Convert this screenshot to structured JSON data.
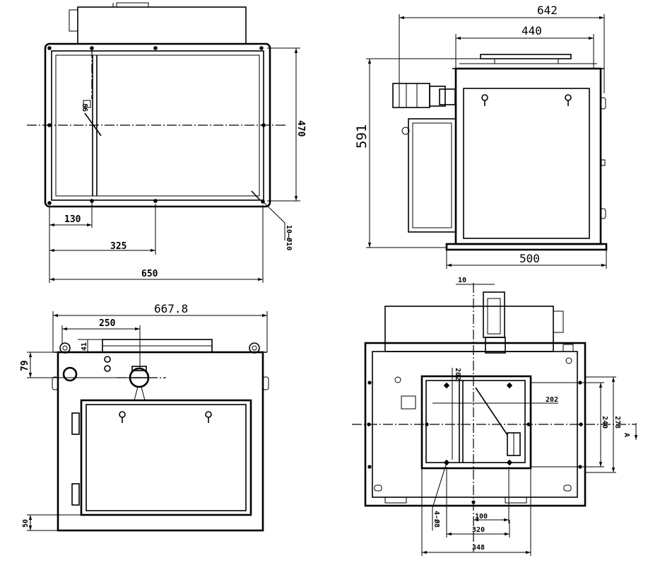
{
  "views": {
    "front": {
      "dimensions": {
        "width_overall": "650",
        "width_half": "325",
        "offset_left": "130",
        "height": "470",
        "holes": "10—Ø10",
        "angle_note": "86"
      }
    },
    "side": {
      "dimensions": {
        "width_overall": "642",
        "width_inner": "440",
        "base": "500",
        "height": "591"
      }
    },
    "rear": {
      "dimensions": {
        "width_overall": "667.8",
        "offset": "250",
        "top": "41",
        "left": "79",
        "bottom": "50"
      }
    },
    "bottom": {
      "dimensions": {
        "top_offset": "10",
        "height_inner": "202",
        "width_inner": "202",
        "height_a": "240",
        "height_b": "278",
        "holes": "4-Ø8",
        "w_a": "100",
        "w_b": "320",
        "w_c": "348",
        "arrow": "A"
      }
    }
  }
}
